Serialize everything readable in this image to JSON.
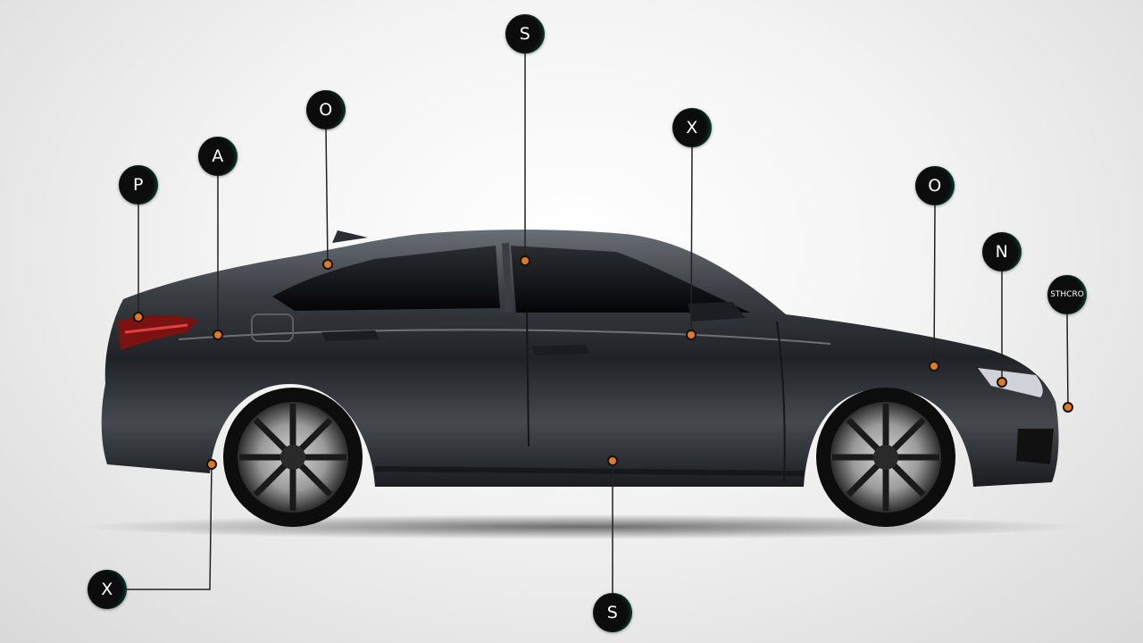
{
  "markers": [
    {
      "id": "p",
      "label": "P"
    },
    {
      "id": "a",
      "label": "A"
    },
    {
      "id": "o",
      "label": "O"
    },
    {
      "id": "s_top",
      "label": "S"
    },
    {
      "id": "x_top",
      "label": "X"
    },
    {
      "id": "o2",
      "label": "O"
    },
    {
      "id": "n",
      "label": "N"
    },
    {
      "id": "sthcro",
      "label": "STHCRO"
    },
    {
      "id": "x_bottom",
      "label": "X"
    },
    {
      "id": "s_bottom",
      "label": "S"
    }
  ],
  "colors": {
    "marker_fill": "#0c0c0c",
    "marker_text": "#ffffff",
    "anchor_dot": "#e07a1a",
    "car_body": "#2f3236",
    "background": "#f3f3f3"
  }
}
